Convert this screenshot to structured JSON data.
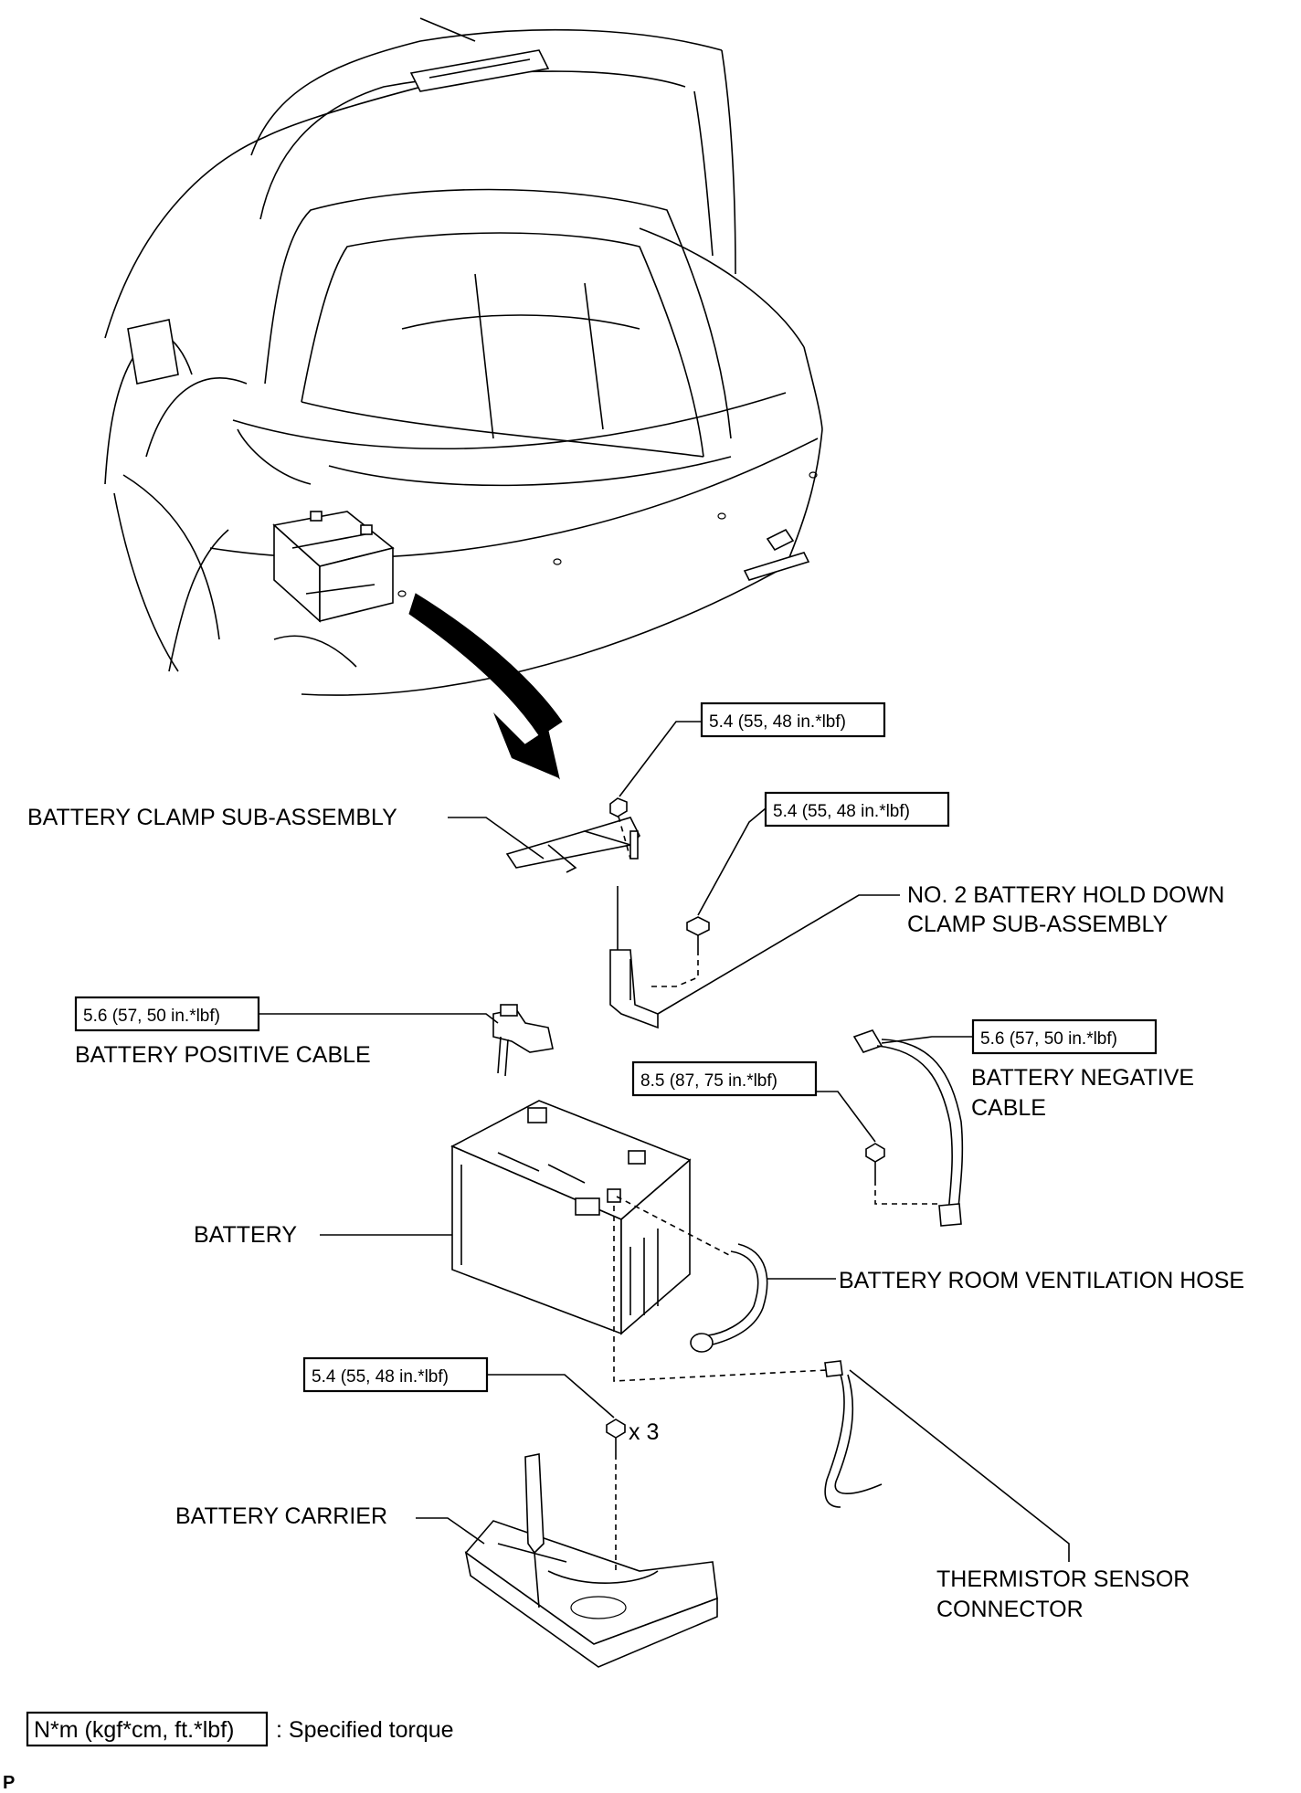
{
  "labels": {
    "clamp": "BATTERY CLAMP SUB-ASSEMBLY",
    "hold_down_1": "NO. 2 BATTERY HOLD DOWN",
    "hold_down_2": "CLAMP SUB-ASSEMBLY",
    "positive_cable": "BATTERY POSITIVE CABLE",
    "negative_cable_1": "BATTERY NEGATIVE",
    "negative_cable_2": "CABLE",
    "battery": "BATTERY",
    "vent_hose": "BATTERY ROOM VENTILATION HOSE",
    "carrier": "BATTERY CARRIER",
    "thermistor_1": "THERMISTOR SENSOR",
    "thermistor_2": "CONNECTOR",
    "bolt_qty": "x 3"
  },
  "torques": {
    "clamp_nut": "5.4 (55, 48 in.*lbf)",
    "hold_down_bolt": "5.4 (55, 48 in.*lbf)",
    "positive_cable": "5.6 (57, 50 in.*lbf)",
    "negative_cable": "5.6 (57, 50 in.*lbf)",
    "negative_cable_bolt": "8.5 (87, 75 in.*lbf)",
    "carrier_bolts": "5.4 (55, 48 in.*lbf)"
  },
  "legend": {
    "unit": "N*m (kgf*cm, ft.*lbf)",
    "meaning": ": Specified torque"
  },
  "corner_mark": "P"
}
